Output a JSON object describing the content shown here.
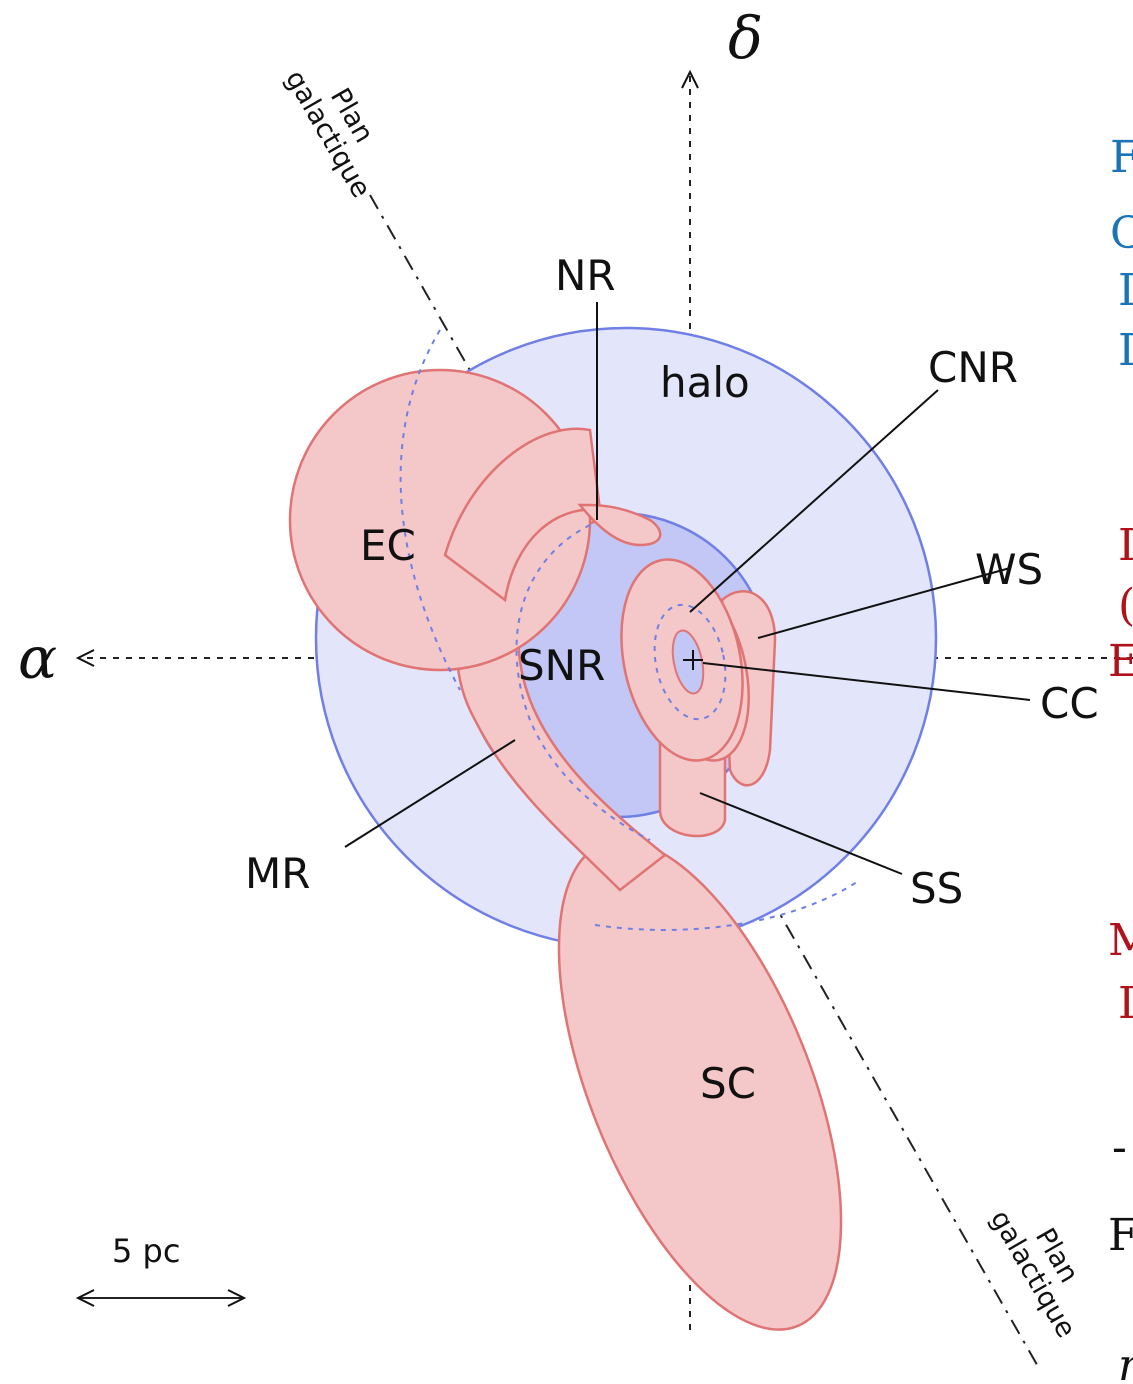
{
  "diagram": {
    "regions": {
      "halo": "halo",
      "ec": "EC",
      "snr": "SNR",
      "sc": "SC"
    },
    "callouts": {
      "nr": "NR",
      "cnr": "CNR",
      "ws": "WS",
      "cc": "CC",
      "ss": "SS",
      "mr": "MR"
    },
    "axes": {
      "alpha": "α",
      "delta": "δ"
    },
    "galactic_plane": {
      "word1": "Plan",
      "word2": "galactique"
    },
    "scale_bar": "5 pc",
    "colors": {
      "halo_fill": "#e3e6fb",
      "halo_stroke": "#6f7fe6",
      "snr_fill": "#c2c7f5",
      "cloud_fill": "#f4c8c8",
      "cloud_stroke": "#e07474"
    }
  },
  "clipped_text": {
    "lines": [
      {
        "text": "F",
        "color": "#1b73b8"
      },
      {
        "text": "C",
        "color": "#1b73b8"
      },
      {
        "text": "I",
        "color": "#1b73b8"
      },
      {
        "text": "I",
        "color": "#1b73b8"
      },
      {
        "text": "I",
        "color": "#b0121b"
      },
      {
        "text": "(",
        "color": "#b0121b"
      },
      {
        "text": "E",
        "color": "#b0121b"
      },
      {
        "text": "M",
        "color": "#b0121b"
      },
      {
        "text": "I",
        "color": "#b0121b"
      },
      {
        "text": "-",
        "color": "#111111"
      },
      {
        "text": "F",
        "color": "#111111"
      },
      {
        "text": "r",
        "color": "#111111"
      }
    ]
  }
}
